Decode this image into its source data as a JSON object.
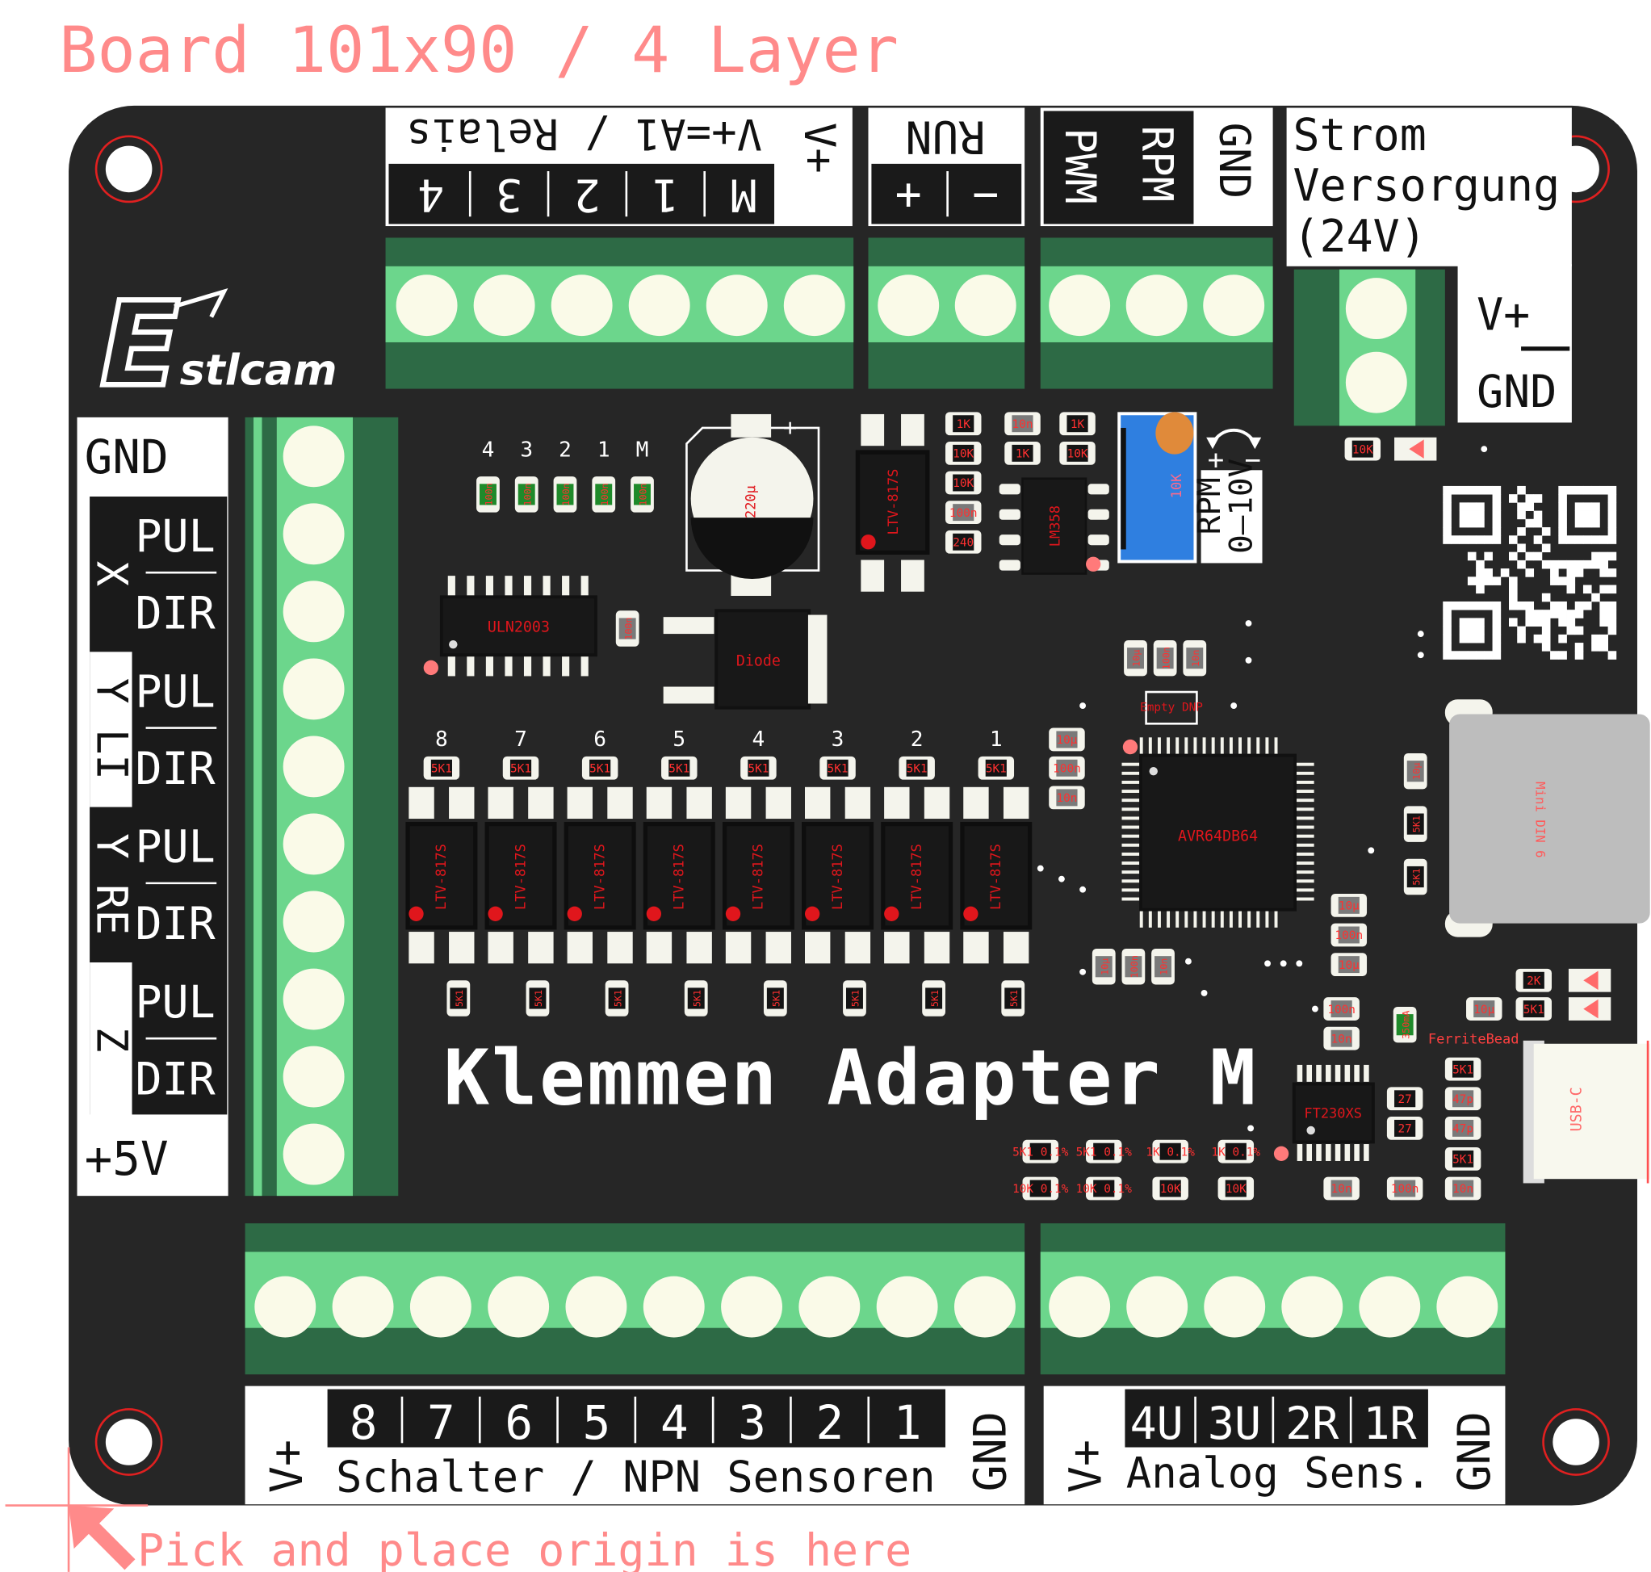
{
  "title": "Board 101x90 / 4 Layer",
  "footer_note": "Pick and place origin is here",
  "board_title": "Klemmen Adapter M",
  "logo": "Estlcam",
  "relais": {
    "header": "V+=A1 / Relais",
    "pins": [
      "4",
      "3",
      "2",
      "1",
      "M"
    ],
    "vplus": "V+"
  },
  "run": {
    "label": "RUN",
    "pins": [
      "+",
      "−"
    ]
  },
  "spindle": {
    "pins": [
      "PWM",
      "RPM",
      "GND"
    ]
  },
  "power": {
    "lines": [
      "Strom",
      "Versorgung",
      "(24V)"
    ],
    "vplus": "V+",
    "gnd": "GND"
  },
  "axes": {
    "gnd": "GND",
    "plus5v": "+5V",
    "groups": [
      {
        "name": "X",
        "pins": [
          "PUL",
          "DIR"
        ]
      },
      {
        "name": "Y LI",
        "pins": [
          "PUL",
          "DIR"
        ]
      },
      {
        "name": "Y RE",
        "pins": [
          "PUL",
          "DIR"
        ]
      },
      {
        "name": "Z",
        "pins": [
          "PUL",
          "DIR"
        ]
      }
    ]
  },
  "switches": {
    "vplus": "V+",
    "numbers": [
      "8",
      "7",
      "6",
      "5",
      "4",
      "3",
      "2",
      "1"
    ],
    "label": "Schalter / NPN Sensoren",
    "gnd": "GND"
  },
  "analog": {
    "vplus": "V+",
    "channels": [
      "4U",
      "3U",
      "2R",
      "1R"
    ],
    "label": "Analog Sens.",
    "gnd": "GND"
  },
  "pot": {
    "value": "10K",
    "label_top": "RPM",
    "label_bottom": "0–10V",
    "plus": "+",
    "minus": "−"
  },
  "ics": {
    "uln": "ULN2003",
    "lm": "LM358",
    "avr": "AVR64DB64",
    "ft": "FT230XS",
    "diode": "Diode",
    "cap": "220µ",
    "cap_plus": "+",
    "opto_top": "LTV-817S",
    "mini_din": "Mini DIN 6",
    "usb": "USB-C",
    "ferrite": "FerriteBead",
    "dnp": "Empty DNP"
  },
  "optos": {
    "channels": [
      "8",
      "7",
      "6",
      "5",
      "4",
      "3",
      "2",
      "1"
    ],
    "part": "LTV-817S",
    "res": "5K1"
  },
  "cap_row": {
    "labels": [
      "4",
      "3",
      "2",
      "1",
      "M"
    ],
    "value": "100n"
  },
  "smd": [
    "1K",
    "10K",
    "10K",
    "100n",
    "240",
    "10n",
    "1K",
    "1K",
    "10K",
    "100n",
    "10µ",
    "100n",
    "10n",
    "10µ",
    "100n",
    "10n",
    "10µ",
    "5K1",
    "5K1",
    "10µ",
    "100n",
    "10µ",
    "10µ",
    "100n",
    "10n",
    "100n",
    "10n",
    "350mA",
    "10µ",
    "5K1",
    "27",
    "47p",
    "27",
    "47p",
    "5K1",
    "10n",
    "100n",
    "10n",
    "2K",
    "5K1",
    "5K1 0.1%",
    "5K1 0.1%",
    "1K 0.1%",
    "1K 0.1%",
    "10K 0.1%",
    "10K 0.1%",
    "10K",
    "10K",
    "10K"
  ],
  "colors": {
    "board": "#262626",
    "terminal_dark": "#2d6a45",
    "terminal_light": "#6cd68c",
    "silk_text": "#ff8080",
    "pot": "#2f7fe0"
  }
}
